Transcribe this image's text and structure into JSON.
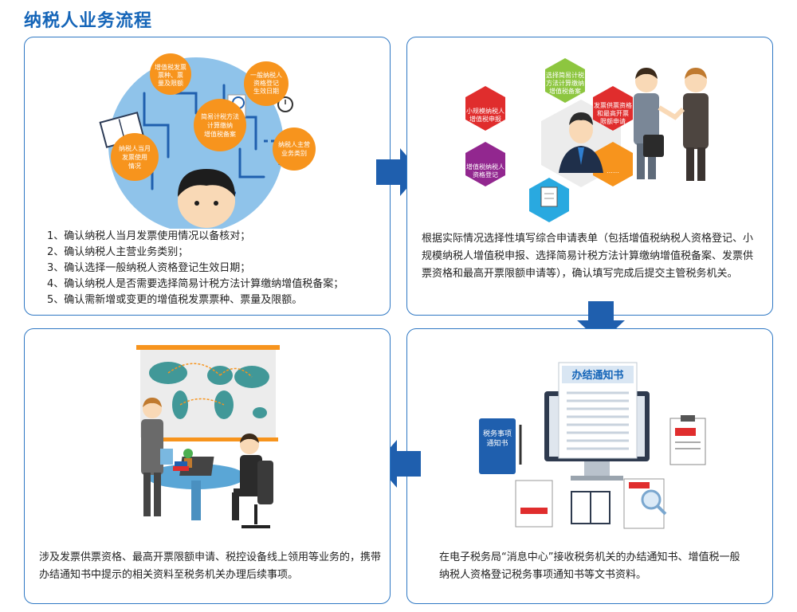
{
  "title": "纳税人业务流程",
  "step1": {
    "bubbles": [
      "增值税发票票种、票量及限额",
      "一般纳税人资格登记生效日期",
      "简易计税方法计算缴纳增值税备案",
      "纳税人当月发票使用情况",
      "纳税人主营业务类别"
    ],
    "lines": [
      "1、确认纳税人当月发票使用情况以备核对；",
      "2、确认纳税人主营业务类别；",
      "3、确认选择一般纳税人资格登记生效日期；",
      "4、确认纳税人是否需要选择简易计税方法计算缴纳增值税备案；",
      "5、确认需新增或变更的增值税发票票种、票量及限额。"
    ]
  },
  "step2": {
    "hexes": [
      "选择简易计税方法计算缴纳增值税备案",
      "发票供票资格和最高开票限额申请",
      "小规模纳税人增值税申报",
      "增值税纳税人资格登记",
      "……"
    ],
    "text": "根据实际情况选择性填写综合申请表单（包括增值税纳税人资格登记、小规模纳税人增值税申报、选择简易计税方法计算缴纳增值税备案、发票供票资格和最高开票限额申请等），确认填写完成后提交主管税务机关。"
  },
  "step3": {
    "text": "在电子税务局“消息中心”接收税务机关的办结通知书、增值税一般纳税人资格登记税务事项通知书等文书资料。",
    "doc_title": "办结通知书",
    "book_title": "税务事项通知书"
  },
  "step4": {
    "text": "涉及发票供票资格、最高开票限额申请、税控设备线上领用等业务的，携带办结通知书中提示的相关资料至税务机关办理后续事项。"
  },
  "colors": {
    "brand_blue": "#1565b8",
    "border_blue": "#2f78c4",
    "orange": "#f7941d",
    "green": "#8dc63f",
    "red": "#e02d2d",
    "purple": "#92278f",
    "light_blue_circle": "#8fc3ea"
  }
}
